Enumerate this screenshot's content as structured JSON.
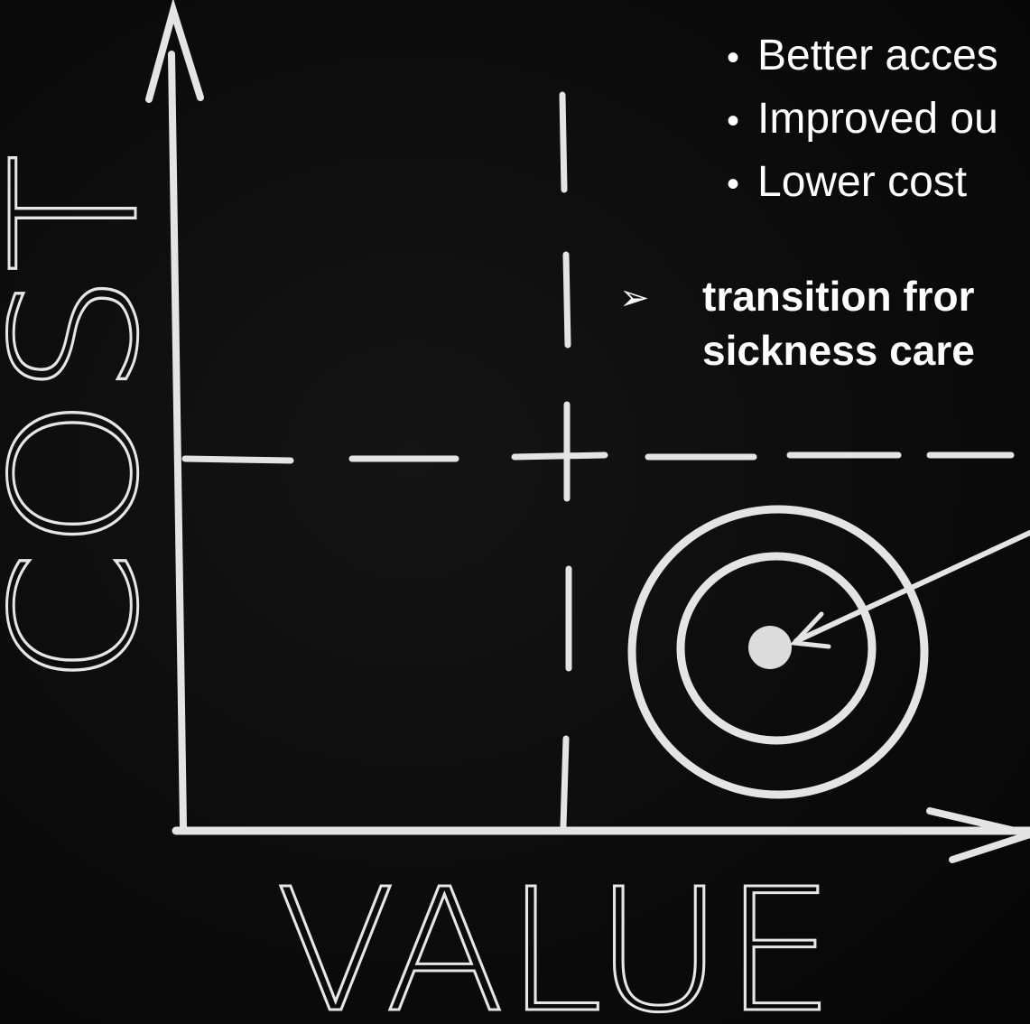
{
  "diagram": {
    "y_axis_label": "COST",
    "x_axis_label": "VALUE"
  },
  "bullets": [
    "Better acces",
    "Improved ou",
    "Lower cost"
  ],
  "transition": {
    "marker": "➢",
    "line1": "transition fror",
    "line2": "sickness care"
  },
  "colors": {
    "background": "#0b0b0b",
    "chalk": "#e6e6e6",
    "text": "#ffffff"
  }
}
